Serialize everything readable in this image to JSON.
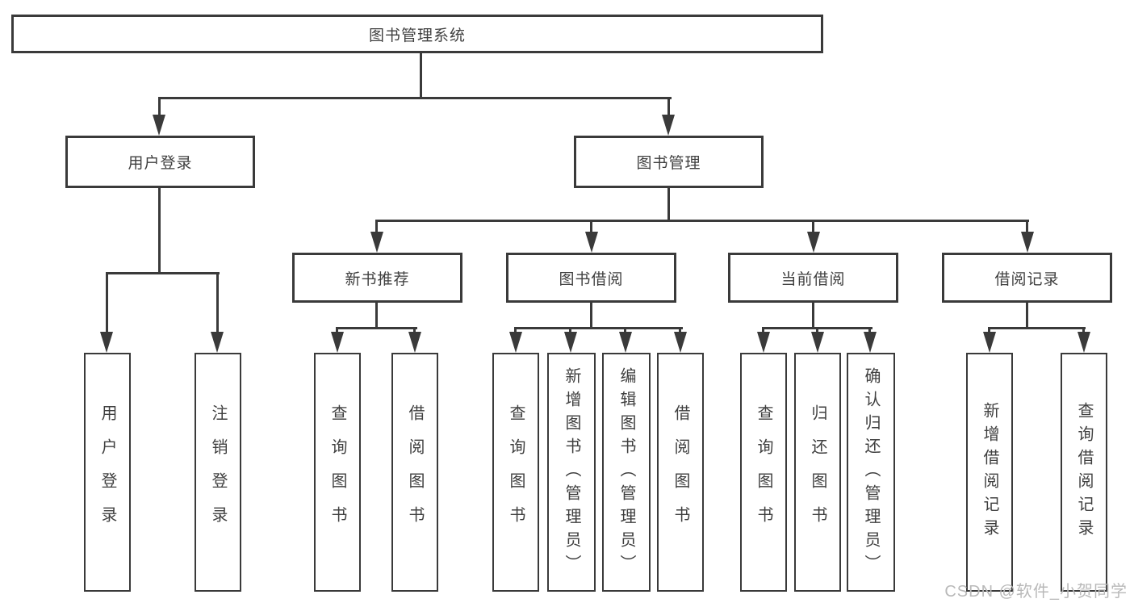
{
  "root": {
    "label": "图书管理系统"
  },
  "level2": {
    "user_login": "用户登录",
    "book_mgmt": "图书管理"
  },
  "level3": {
    "new_books": "新书推荐",
    "book_borrow": "图书借阅",
    "current_borrow": "当前借阅",
    "borrow_records": "借阅记录"
  },
  "leaves": {
    "user_login": [
      "用户登录",
      "注销登录"
    ],
    "new_books": [
      "查询图书",
      "借阅图书"
    ],
    "book_borrow": [
      "查询图书",
      "新增图书（管理员）",
      "编辑图书（管理员）",
      "借阅图书"
    ],
    "current_borrow": [
      "查询图书",
      "归还图书",
      "确认归还（管理员）"
    ],
    "borrow_records": [
      "新增借阅记录",
      "查询借阅记录"
    ]
  },
  "watermark": "CSDN @软件_小贺同学",
  "colors": {
    "line": "#3a3a3a",
    "text": "#3f3f3f",
    "watermark": "#b9b9b9",
    "background": "#ffffff"
  }
}
